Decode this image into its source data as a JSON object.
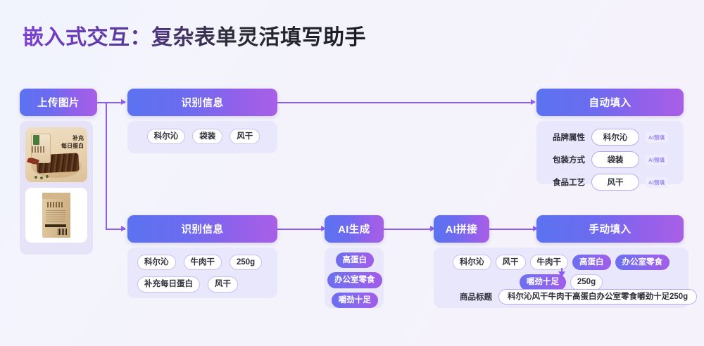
{
  "page": {
    "title": "嵌入式交互：复杂表单灵活填写助手",
    "accent": "#8b5cf6",
    "gradient_start": "#5b73f0",
    "gradient_end": "#a85fe6",
    "background": "#f3f3fc"
  },
  "upload": {
    "header": "上传图片",
    "images": [
      {
        "name": "beef-jerky-plate-photo",
        "caption_line1": "补充",
        "caption_line2": "每日蛋白"
      },
      {
        "name": "kraft-paper-bag-photo"
      }
    ]
  },
  "recognize_top": {
    "header": "识别信息",
    "tags": [
      "科尔沁",
      "袋装",
      "风干"
    ]
  },
  "recognize_bottom": {
    "header": "识别信息",
    "tags": [
      "科尔沁",
      "牛肉干",
      "250g",
      "补充每日蛋白",
      "风干"
    ]
  },
  "auto_fill": {
    "header": "自动填入",
    "badge_label": "AI预填",
    "fields": [
      {
        "label": "品牌属性",
        "value": "科尔沁",
        "badge": "AI预填"
      },
      {
        "label": "包装方式",
        "value": "袋装",
        "badge": "AI预填"
      },
      {
        "label": "食品工艺",
        "value": "风干",
        "badge": "AI预填"
      }
    ]
  },
  "ai_generate": {
    "header": "AI生成",
    "tags": [
      "高蛋白",
      "办公室零食",
      "嚼劲十足"
    ]
  },
  "ai_merge": {
    "header": "AI拼接",
    "tags": [
      {
        "text": "科尔沁",
        "highlight": false
      },
      {
        "text": "风干",
        "highlight": false
      },
      {
        "text": "牛肉干",
        "highlight": false
      },
      {
        "text": "高蛋白",
        "highlight": true
      },
      {
        "text": "办公室零食",
        "highlight": true
      },
      {
        "text": "嚼劲十足",
        "highlight": true
      },
      {
        "text": "250g",
        "highlight": false
      }
    ],
    "result_label": "商品标题",
    "result_value": "科尔沁风干牛肉干高蛋白办公室零食嚼劲十足250g"
  },
  "manual_fill": {
    "header": "手动填入"
  }
}
